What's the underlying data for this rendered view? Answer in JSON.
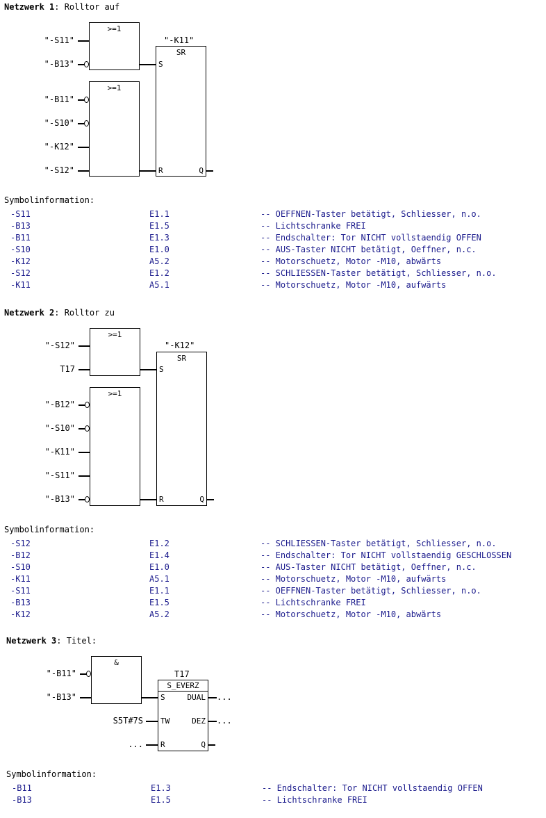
{
  "networks": [
    {
      "title_bold": "Netzwerk 1",
      "title_rest": ": Rolltor auf",
      "or1": {
        "label": ">=1",
        "inputs": [
          "\"-S11\"",
          "\"-B13\""
        ]
      },
      "or2": {
        "label": ">=1",
        "inputs": [
          "\"-B11\"",
          "\"-S10\"",
          "\"-K12\"",
          "\"-S12\""
        ]
      },
      "sr": {
        "name": "\"-K11\"",
        "type": "SR",
        "set": "S",
        "reset": "R",
        "out": "Q"
      },
      "symhead": "Symbolinformation:",
      "symbols": [
        [
          "-S11",
          "E1.1",
          "-- OEFFNEN-Taster betätigt, Schliesser, n.o."
        ],
        [
          "-B13",
          "E1.5",
          "-- Lichtschranke FREI"
        ],
        [
          "-B11",
          "E1.3",
          "-- Endschalter: Tor NICHT vollstaendig OFFEN"
        ],
        [
          "-S10",
          "E1.0",
          "-- AUS-Taster NICHT betätigt, Oeffner, n.c."
        ],
        [
          "-K12",
          "A5.2",
          "-- Motorschuetz, Motor -M10, abwärts"
        ],
        [
          "-S12",
          "E1.2",
          "-- SCHLIESSEN-Taster betätigt, Schliesser, n.o."
        ],
        [
          "-K11",
          "A5.1",
          "-- Motorschuetz, Motor -M10, aufwärts"
        ]
      ]
    },
    {
      "title_bold": "Netzwerk 2",
      "title_rest": ": Rolltor zu",
      "or1": {
        "label": ">=1",
        "inputs": [
          "\"-S12\"",
          "T17"
        ]
      },
      "or2": {
        "label": ">=1",
        "inputs": [
          "\"-B12\"",
          "\"-S10\"",
          "\"-K11\"",
          "\"-S11\"",
          "\"-B13\""
        ]
      },
      "sr": {
        "name": "\"-K12\"",
        "type": "SR",
        "set": "S",
        "reset": "R",
        "out": "Q"
      },
      "symhead": "Symbolinformation:",
      "symbols": [
        [
          "-S12",
          "E1.2",
          "-- SCHLIESSEN-Taster betätigt, Schliesser, n.o."
        ],
        [
          "-B12",
          "E1.4",
          "-- Endschalter: Tor NICHT vollstaendig GESCHLOSSEN"
        ],
        [
          "-S10",
          "E1.0",
          "-- AUS-Taster NICHT betätigt, Oeffner, n.c."
        ],
        [
          "-K11",
          "A5.1",
          "-- Motorschuetz, Motor -M10, aufwärts"
        ],
        [
          "-S11",
          "E1.1",
          "-- OEFFNEN-Taster betätigt, Schliesser, n.o."
        ],
        [
          "-B13",
          "E1.5",
          "-- Lichtschranke FREI"
        ],
        [
          "-K12",
          "A5.2",
          "-- Motorschuetz, Motor -M10, abwärts"
        ]
      ]
    },
    {
      "title_bold": "Netzwerk 3",
      "title_rest": ": Titel:",
      "and": {
        "label": "&",
        "inputs": [
          "\"-B11\"",
          "\"-B13\""
        ]
      },
      "timer": {
        "name": "T17",
        "type": "S_EVERZ",
        "s": "S",
        "tw": "TW",
        "r": "R",
        "dual": "DUAL",
        "dez": "DEZ",
        "q": "Q",
        "tw_value": "S5T#7S",
        "r_value": "...",
        "dual_value": "...",
        "dez_value": "..."
      },
      "symhead": "Symbolinformation:",
      "symbols": [
        [
          "-B11",
          "E1.3",
          "-- Endschalter: Tor NICHT vollstaendig OFFEN"
        ],
        [
          "-B13",
          "E1.5",
          "-- Lichtschranke FREI"
        ]
      ]
    }
  ]
}
